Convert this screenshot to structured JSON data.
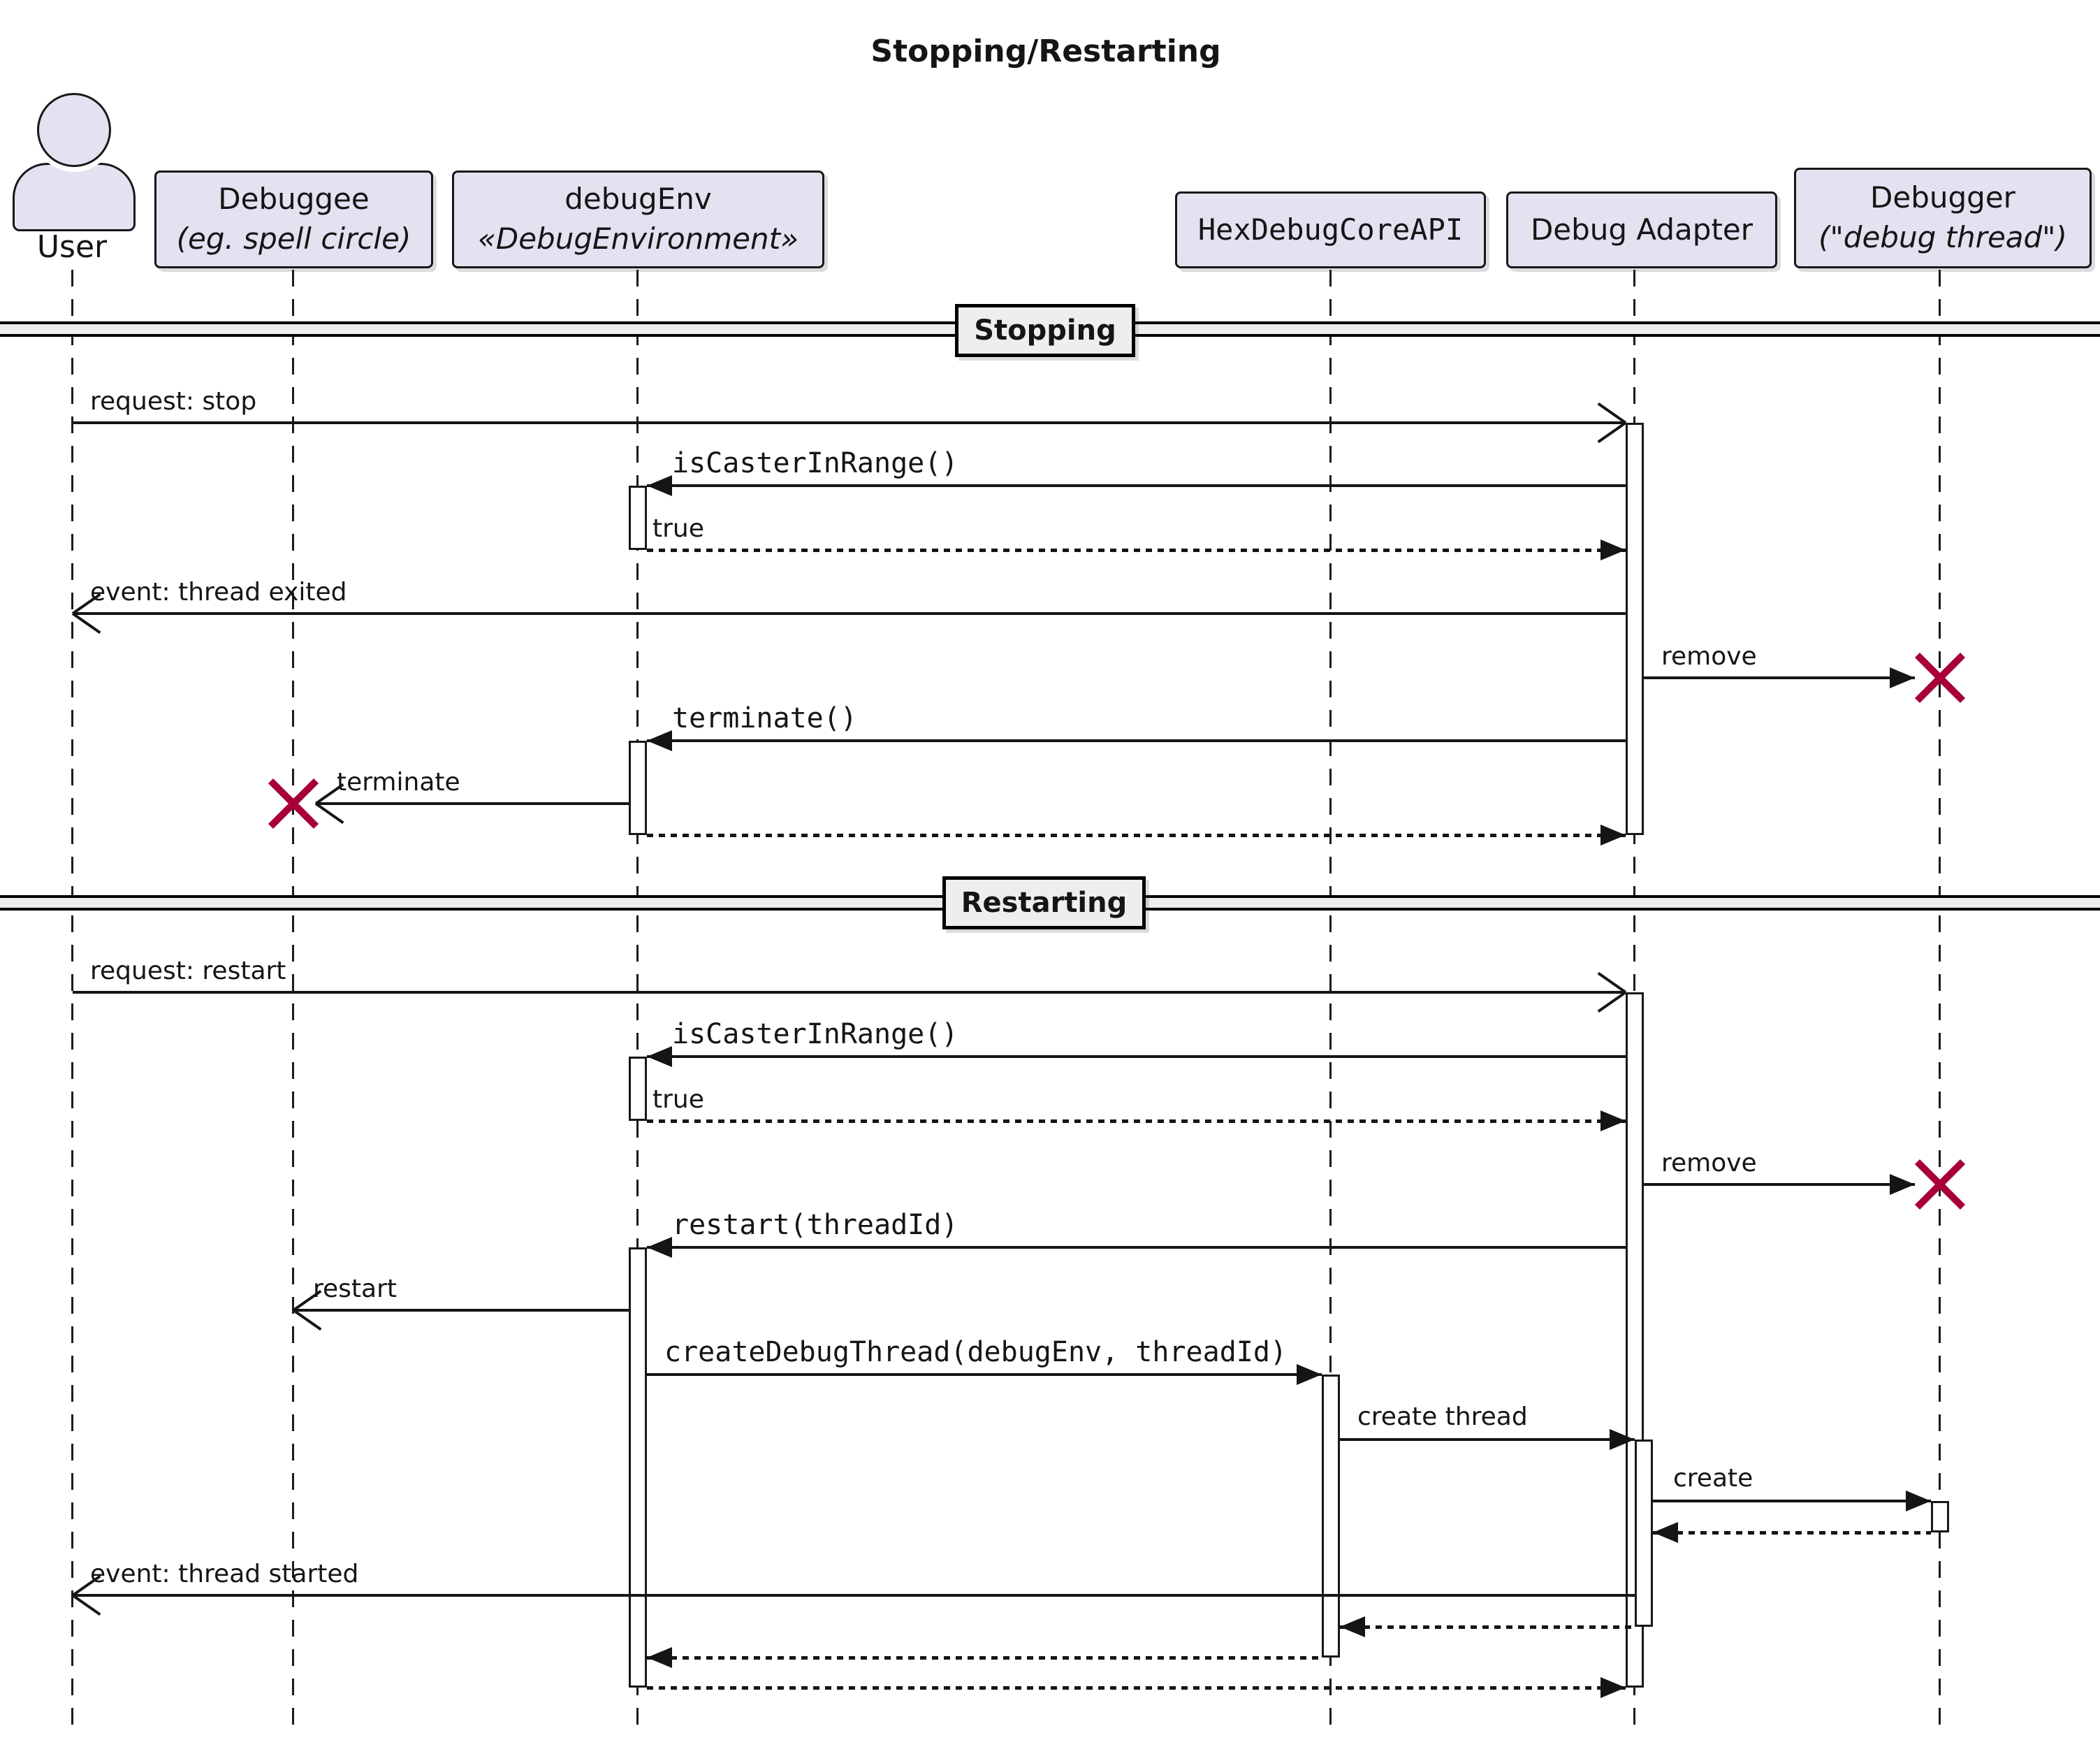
{
  "title": "Stopping/Restarting",
  "colors": {
    "participant_fill": "#E2E2F0",
    "line": "#151515",
    "destroy_x": "#A80036",
    "divider_fill": "#EEEEEE",
    "background": "#FFFFFF"
  },
  "participants": [
    {
      "id": "user",
      "type": "actor",
      "name": "User"
    },
    {
      "id": "debuggee",
      "name": "Debuggee",
      "subtitle": "(eg. spell circle)"
    },
    {
      "id": "debugenv",
      "name": "debugEnv",
      "subtitle": "«DebugEnvironment»"
    },
    {
      "id": "hexdebugcoreapi",
      "name": "HexDebugCoreAPI"
    },
    {
      "id": "debugadapter",
      "name": "Debug Adapter"
    },
    {
      "id": "debugger",
      "name": "Debugger",
      "subtitle": "(\"debug thread\")"
    }
  ],
  "dividers": [
    {
      "label": "Stopping"
    },
    {
      "label": "Restarting"
    }
  ],
  "messages": {
    "stopping": [
      {
        "label": "request: stop",
        "from": "user",
        "to": "debugadapter",
        "style": "solid-open"
      },
      {
        "label": "isCasterInRange()",
        "from": "debugadapter",
        "to": "debugenv",
        "style": "solid-filled",
        "mono": true
      },
      {
        "label": "true",
        "from": "debugenv",
        "to": "debugadapter",
        "style": "dotted-filled"
      },
      {
        "label": "event: thread exited",
        "from": "debugadapter",
        "to": "user",
        "style": "solid-open"
      },
      {
        "label": "remove",
        "from": "debugadapter",
        "to": "debugger",
        "style": "solid-filled",
        "destroy": true
      },
      {
        "label": "terminate()",
        "from": "debugadapter",
        "to": "debugenv",
        "style": "solid-filled",
        "mono": true
      },
      {
        "label": "terminate",
        "from": "debugenv",
        "to": "debuggee",
        "style": "solid-open",
        "destroy": true
      },
      {
        "label": "",
        "from": "debugenv",
        "to": "debugadapter",
        "style": "dotted-filled"
      }
    ],
    "restarting": [
      {
        "label": "request: restart",
        "from": "user",
        "to": "debugadapter",
        "style": "solid-open"
      },
      {
        "label": "isCasterInRange()",
        "from": "debugadapter",
        "to": "debugenv",
        "style": "solid-filled",
        "mono": true
      },
      {
        "label": "true",
        "from": "debugenv",
        "to": "debugadapter",
        "style": "dotted-filled"
      },
      {
        "label": "remove",
        "from": "debugadapter",
        "to": "debugger",
        "style": "solid-filled",
        "destroy": true
      },
      {
        "label": "restart(threadId)",
        "from": "debugadapter",
        "to": "debugenv",
        "style": "solid-filled",
        "mono": true
      },
      {
        "label": "restart",
        "from": "debugenv",
        "to": "debuggee",
        "style": "solid-open"
      },
      {
        "label": "createDebugThread(debugEnv, threadId)",
        "from": "debugenv",
        "to": "hexdebugcoreapi",
        "style": "solid-filled",
        "mono": true
      },
      {
        "label": "create thread",
        "from": "hexdebugcoreapi",
        "to": "debugadapter",
        "style": "solid-filled"
      },
      {
        "label": "create",
        "from": "debugadapter",
        "to": "debugger",
        "style": "solid-filled"
      },
      {
        "label": "",
        "from": "debugger",
        "to": "debugadapter",
        "style": "dotted-filled"
      },
      {
        "label": "event: thread started",
        "from": "debugadapter",
        "to": "user",
        "style": "solid-open"
      },
      {
        "label": "",
        "from": "debugadapter",
        "to": "hexdebugcoreapi",
        "style": "dotted-filled"
      },
      {
        "label": "",
        "from": "hexdebugcoreapi",
        "to": "debugenv",
        "style": "dotted-filled"
      },
      {
        "label": "",
        "from": "debugenv",
        "to": "debugadapter",
        "style": "dotted-filled"
      }
    ]
  }
}
